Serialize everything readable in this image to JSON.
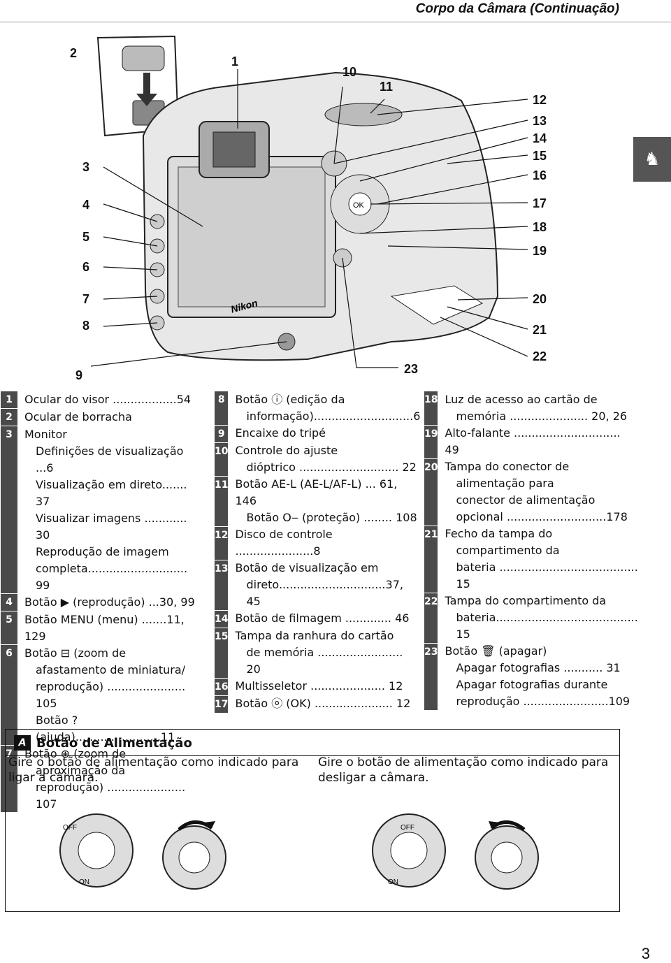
{
  "header": {
    "title": "Corpo da Câmara (Continuação)"
  },
  "side_tab": {
    "icon": "rooster-icon"
  },
  "callouts": {
    "c1": "1",
    "c2": "2",
    "c3": "3",
    "c4": "4",
    "c5": "5",
    "c6": "6",
    "c7": "7",
    "c8": "8",
    "c9": "9",
    "c10": "10",
    "c11": "11",
    "c12": "12",
    "c13": "13",
    "c14": "14",
    "c15": "15",
    "c16": "16",
    "c17": "17",
    "c18": "18",
    "c19": "19",
    "c20": "20",
    "c21": "21",
    "c22": "22",
    "c23": "23"
  },
  "diagram": {
    "brand": "Nikon"
  },
  "legend_col1": [
    {
      "num": "1",
      "lines": [
        "Ocular do visor ..................54"
      ]
    },
    {
      "num": "2",
      "lines": [
        "Ocular de borracha"
      ]
    },
    {
      "num": "3",
      "lines": [
        "Monitor",
        "Definições de visualização ...6",
        "Visualização em direto....... 37",
        "Visualizar imagens ............ 30",
        "Reprodução de imagem",
        "completa............................ 99"
      ]
    },
    {
      "num": "4",
      "lines": [
        "Botão ▶ (reprodução) ...30, 99"
      ]
    },
    {
      "num": "5",
      "lines": [
        "Botão MENU (menu) .......11, 129"
      ]
    },
    {
      "num": "6",
      "lines": [
        "Botão ⊟ (zoom de",
        "afastamento de miniatura/",
        "reprodução) ...................... 105",
        "Botão ? (ajuda)........................11"
      ]
    },
    {
      "num": "7",
      "lines": [
        "Botão ⊕ (zoom de",
        "aproximação da",
        "reprodução) ...................... 107"
      ]
    }
  ],
  "legend_col2": [
    {
      "num": "8",
      "lines": [
        "Botão ⓘ (edição da",
        "informação)............................6"
      ]
    },
    {
      "num": "9",
      "lines": [
        "Encaixe do tripé"
      ]
    },
    {
      "num": "10",
      "lines": [
        "Controle do ajuste",
        "dióptrico ............................ 22"
      ]
    },
    {
      "num": "11",
      "lines": [
        "Botão AE-L (AE-L/AF-L) ... 61, 146",
        "Botão O‒ (proteção) ........ 108"
      ]
    },
    {
      "num": "12",
      "lines": [
        "Disco de controle ......................8"
      ]
    },
    {
      "num": "13",
      "lines": [
        "Botão de visualização em",
        "direto..............................37, 45"
      ]
    },
    {
      "num": "14",
      "lines": [
        "Botão de filmagem ............. 46"
      ]
    },
    {
      "num": "15",
      "lines": [
        "Tampa da ranhura do cartão",
        "de memória ........................ 20"
      ]
    },
    {
      "num": "16",
      "lines": [
        "Multisseletor ..................... 12"
      ]
    },
    {
      "num": "17",
      "lines": [
        "Botão ⓞ (OK) ...................... 12"
      ]
    }
  ],
  "legend_col3": [
    {
      "num": "18",
      "lines": [
        "Luz de acesso ao cartão de",
        "memória ...................... 20, 26"
      ]
    },
    {
      "num": "19",
      "lines": [
        "Alto-falante .............................. 49"
      ]
    },
    {
      "num": "20",
      "lines": [
        "Tampa do conector de",
        "alimentação para",
        "conector de alimentação",
        "opcional ............................178"
      ]
    },
    {
      "num": "21",
      "lines": [
        "Fecho da tampa do",
        "compartimento da",
        "bateria ....................................... 15"
      ]
    },
    {
      "num": "22",
      "lines": [
        "Tampa do compartimento da",
        "bateria........................................ 15"
      ]
    },
    {
      "num": "23",
      "lines": [
        "Botão 🗑 (apagar)",
        "Apagar fotografias ........... 31",
        "Apagar fotografias durante",
        "reprodução ........................109"
      ]
    }
  ],
  "note": {
    "title": "Botão de Alimentação",
    "left_text": "Gire o botão de alimentação como indicado para ligar a câmara.",
    "right_text": "Gire o botão de alimentação como indicado para desligar a câmara.",
    "dial_off": "OFF",
    "dial_on": "ON"
  },
  "page_number": "3"
}
